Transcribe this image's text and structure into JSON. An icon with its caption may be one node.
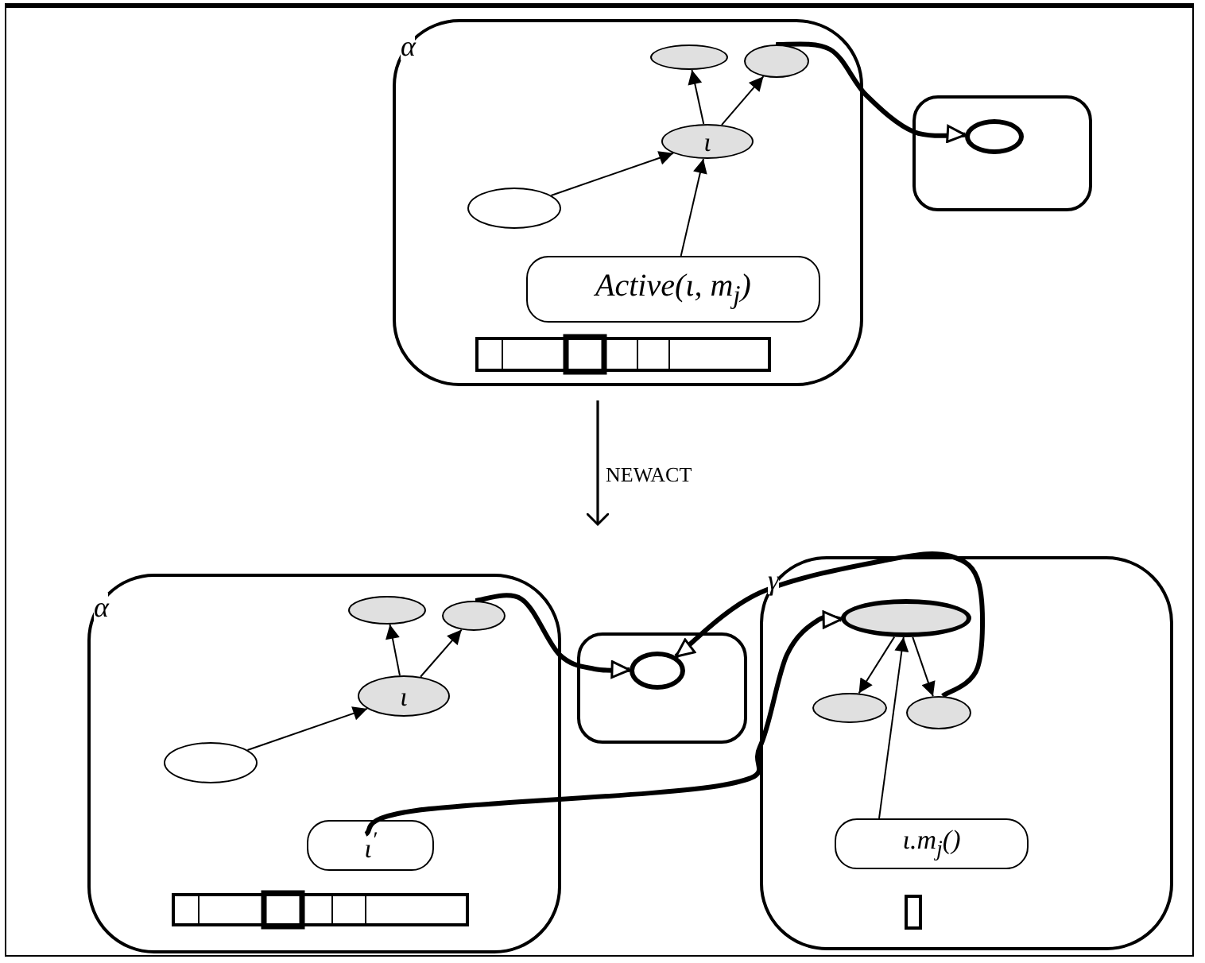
{
  "diagram": {
    "nodes": [
      {
        "text": [
          "α"
        ]
      },
      {
        "text": [],
        "shape": "ellipse",
        "in": 0
      },
      {
        "text": [],
        "shape": "ellipse",
        "in": 0
      },
      {
        "text": [
          "ι"
        ],
        "in": 0
      },
      {
        "text": [],
        "shape": "ellipse",
        "in": 0
      },
      {
        "text": [
          "Active(ι, m$_{j}$)"
        ],
        "in": 0
      },
      {
        "text": [],
        "shape": "bar",
        "in": 0
      },
      {
        "text": [],
        "shape": "box"
      },
      {
        "text": [],
        "shape": "circle",
        "in": 7
      },
      {
        "text": [
          "α"
        ]
      },
      {
        "text": [],
        "shape": "ellipse",
        "in": 9
      },
      {
        "text": [],
        "shape": "ellipse",
        "in": 9
      },
      {
        "text": [
          "ι"
        ],
        "in": 9
      },
      {
        "text": [],
        "shape": "ellipse",
        "in": 9
      },
      {
        "text": [
          "ι$^{′}$"
        ],
        "in": 9
      },
      {
        "text": [],
        "shape": "bar",
        "in": 9
      },
      {
        "text": [],
        "shape": "box"
      },
      {
        "text": [],
        "shape": "circle",
        "in": 16
      },
      {
        "text": [
          "γ"
        ]
      },
      {
        "text": [],
        "shape": "ellipse",
        "in": 18
      },
      {
        "text": [],
        "shape": "ellipse",
        "in": 18
      },
      {
        "text": [],
        "shape": "ellipse",
        "in": 18
      },
      {
        "text": [
          "ι.m$_{j}$()"
        ],
        "in": 18
      },
      {
        "text": [],
        "shape": "box",
        "in": 18
      }
    ],
    "edges": [
      {
        "from": 4,
        "to": 3,
        "arrow": "to"
      },
      {
        "from": 5,
        "to": 3,
        "arrow": "to"
      },
      {
        "from": 3,
        "to": 1,
        "arrow": "to"
      },
      {
        "from": 3,
        "to": 2,
        "arrow": "to"
      },
      {
        "from": 2,
        "to": 8,
        "arrow": "to",
        "style": "thick"
      },
      {
        "from": 0,
        "to": 9,
        "arrow": "to",
        "label": "NEWACT"
      },
      {
        "from": 13,
        "to": 12,
        "arrow": "to"
      },
      {
        "from": 12,
        "to": 10,
        "arrow": "to"
      },
      {
        "from": 12,
        "to": 11,
        "arrow": "to"
      },
      {
        "from": 11,
        "to": 17,
        "arrow": "to",
        "style": "thick"
      },
      {
        "from": 14,
        "to": 19,
        "arrow": "to",
        "style": "thick"
      },
      {
        "from": 21,
        "to": 17,
        "arrow": "to",
        "style": "thick"
      },
      {
        "from": 22,
        "to": 19,
        "arrow": "to"
      },
      {
        "from": 19,
        "to": 20,
        "arrow": "to"
      },
      {
        "from": 19,
        "to": 21,
        "arrow": "to"
      }
    ]
  }
}
